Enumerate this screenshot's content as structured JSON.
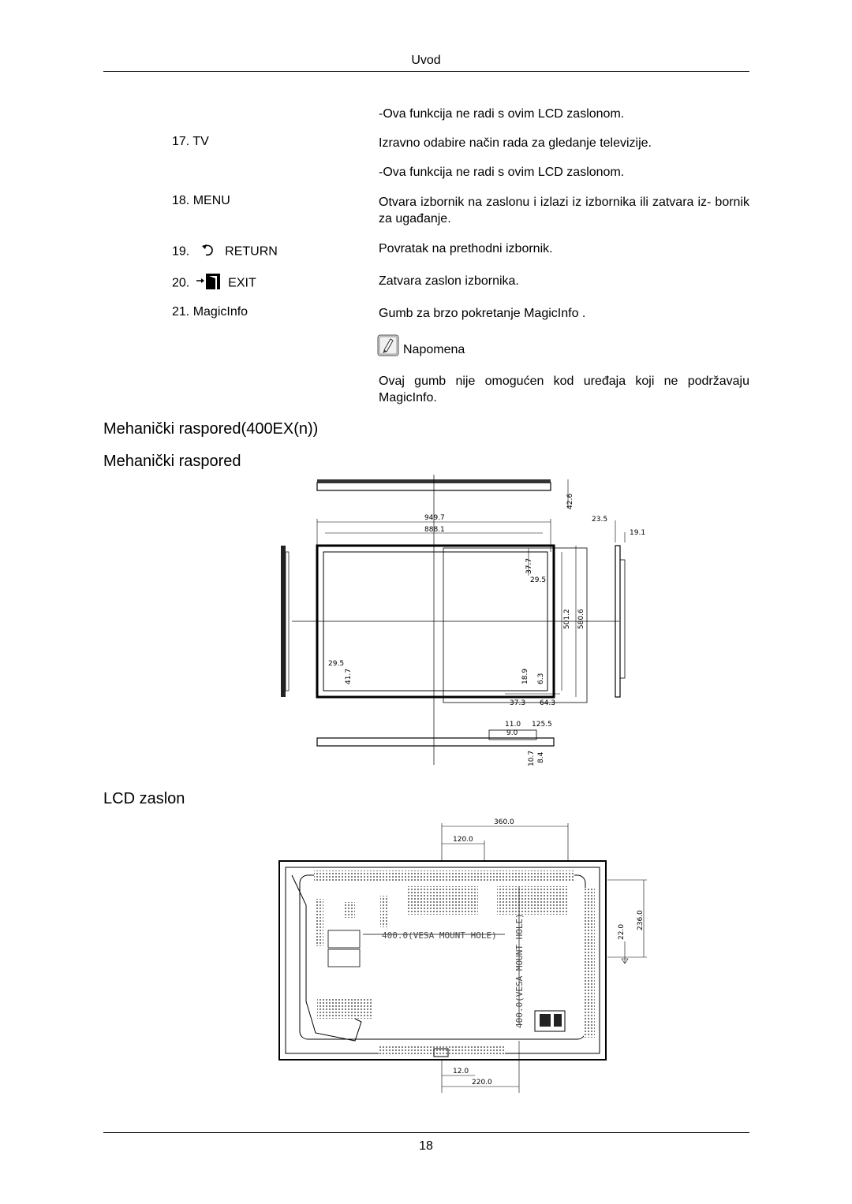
{
  "header": {
    "title": "Uvod"
  },
  "items": [
    {
      "label": "",
      "desc": "-Ova funkcija ne radi s ovim LCD zaslonom."
    },
    {
      "label": "17. TV",
      "desc": "Izravno odabire način rada za gledanje televizije."
    },
    {
      "label": "",
      "desc": "-Ova funkcija ne radi s ovim LCD zaslonom."
    },
    {
      "label": "18. MENU",
      "desc": "Otvara izbornik na zaslonu i izlazi iz izbornika ili zatvara iz- bornik za ugađanje."
    },
    {
      "label_num": "19.",
      "label_text": "RETURN",
      "icon": "return-icon",
      "desc": "Povratak na prethodni izbornik."
    },
    {
      "label_num": "20.",
      "label_text": "EXIT",
      "icon": "exit-icon",
      "desc": "Zatvara zaslon izbornika."
    },
    {
      "label": "21. MagicInfo",
      "desc": "Gumb za brzo pokretanje MagicInfo ."
    }
  ],
  "note": {
    "icon": "note-icon",
    "title": "Napomena",
    "text": "Ovaj gumb nije omogućen kod uređaja koji ne podržavaju MagicInfo."
  },
  "sections": {
    "s1": "Mehanički raspored(400EX(n))",
    "s2": "Mehanički raspored",
    "s3": "LCD zaslon"
  },
  "mech_dims": {
    "d949": "949.7",
    "d888": "888.1",
    "d42": "42.6",
    "d235": "23.5",
    "d191": "19.1",
    "d377": "37.7",
    "d295a": "29.5",
    "d5012": "501.2",
    "d5806": "580.6",
    "d295b": "29.5",
    "d417": "41.7",
    "d189": "18.9",
    "d63": "6.3",
    "d373": "37.3",
    "d643": "64.3",
    "d110": "11.0",
    "d1255": "125.5",
    "d90": "9.0",
    "d107": "10.7",
    "d84": "8.4"
  },
  "lcd_dims": {
    "d360": "360.0",
    "d120": "120.0",
    "d2360": "236.0",
    "d220": "22.0",
    "d12": "12.0",
    "d2200": "220.0",
    "vesa_h": "400.0(VESA MOUNT HOLE)",
    "vesa_v": "400.0(VESA MOUNT HOLE)"
  },
  "footer": {
    "page": "18"
  }
}
